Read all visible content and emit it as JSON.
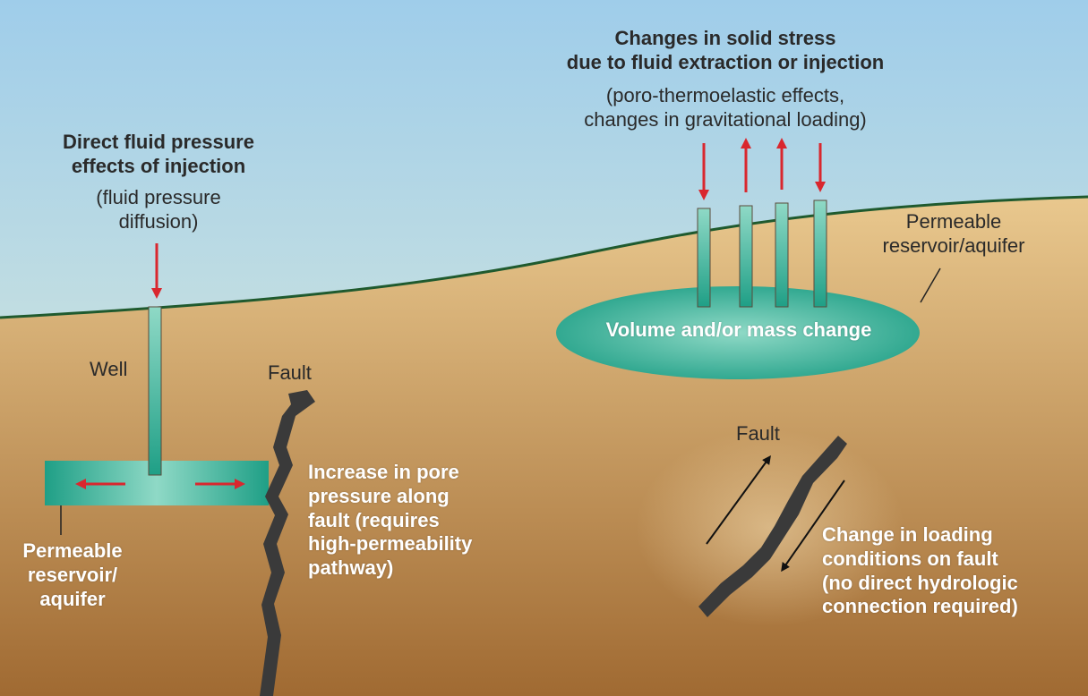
{
  "colors": {
    "sky_top": "#9fcdea",
    "sky_bottom": "#eaf1d8",
    "ground_top": "#e9c88e",
    "ground_bottom": "#a06a32",
    "surface_line": "#1f5a2e",
    "aquifer_light": "#8fd9c6",
    "aquifer_dark": "#1f9f86",
    "arrow_red": "#d9272e",
    "fault_fill": "#3a3a3a",
    "white_text": "#ffffff"
  },
  "left_group": {
    "title_lines": [
      "Direct fluid pressure",
      "effects of injection"
    ],
    "subtitle_lines": [
      "(fluid pressure",
      "diffusion)"
    ],
    "well_label": "Well",
    "fault_label": "Fault",
    "aquifer_label_lines": [
      "Permeable",
      "reservoir/",
      "aquifer"
    ],
    "pore_pressure_lines": [
      "Increase in pore",
      "pressure along",
      "fault (requires",
      "high-permeability",
      "pathway)"
    ]
  },
  "right_group": {
    "title_lines": [
      "Changes in solid stress",
      "due to fluid extraction or injection"
    ],
    "subtitle_lines": [
      "(poro-thermoelastic effects,",
      "changes in gravitational loading)"
    ],
    "reservoir_label_lines": [
      "Permeable",
      "reservoir/aquifer"
    ],
    "volume_label": "Volume and/or mass change",
    "fault_label": "Fault",
    "loading_lines": [
      "Change in loading",
      "conditions on fault",
      "(no direct hydrologic",
      "connection required)"
    ],
    "well_arrows": [
      "down",
      "up",
      "up",
      "down"
    ]
  }
}
